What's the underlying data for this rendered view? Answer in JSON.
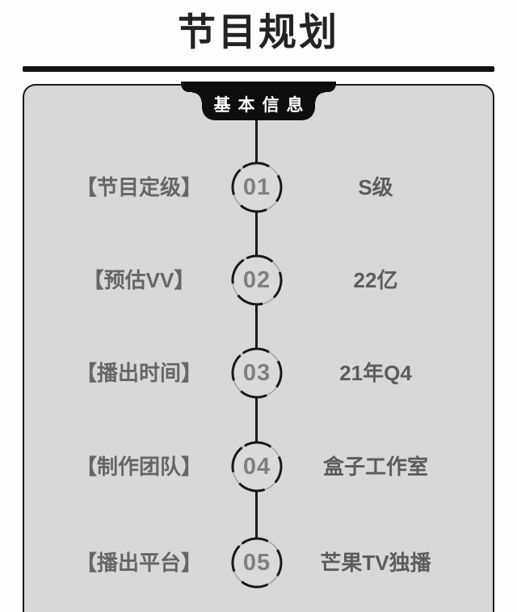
{
  "page": {
    "title": "节目规划"
  },
  "panel": {
    "tab_label": "基本信息",
    "rows": [
      {
        "label": "【节目定级】",
        "number": "01",
        "value": "S级"
      },
      {
        "label": "【预估VV】",
        "number": "02",
        "value": "22亿"
      },
      {
        "label": "【播出时间】",
        "number": "03",
        "value": "21年Q4"
      },
      {
        "label": "【制作团队】",
        "number": "04",
        "value": "盒子工作室"
      },
      {
        "label": "【播出平台】",
        "number": "05",
        "value": "芒果TV独播"
      }
    ]
  },
  "theme": {
    "page_bg": "#fdfdfd",
    "panel_bg": "#d8d8d8",
    "panel_border": "#1a1a1a",
    "tab_bg": "#0d0d0d",
    "tab_text": "#ffffff",
    "title_color": "#232323",
    "label_color": "#666666",
    "value_color": "#5c5c5c",
    "number_color": "#7f7f7f"
  }
}
